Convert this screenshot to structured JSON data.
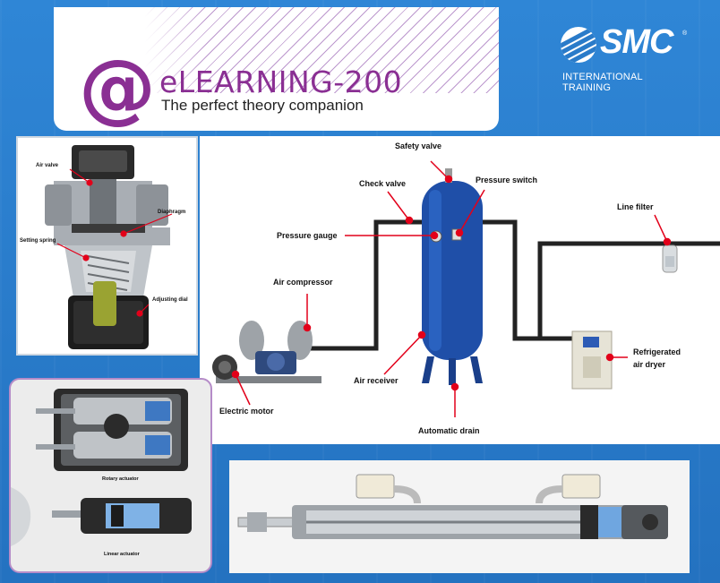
{
  "banner": {
    "at_symbol": "@",
    "title": "eLEARNING-200",
    "subtitle": "The perfect theory companion"
  },
  "logo": {
    "name": "SMC",
    "registered": "®",
    "tagline": "INTERNATIONAL TRAINING"
  },
  "valve_diagram": {
    "labels": {
      "air_valve": "Air valve",
      "diaphragm": "Diaphragm",
      "setting_spring": "Setting spring",
      "adjusting_dial": "Adjusting dial"
    }
  },
  "system_diagram": {
    "labels": {
      "safety_valve": "Safety valve",
      "check_valve": "Check valve",
      "pressure_switch": "Pressure switch",
      "pressure_gauge": "Pressure gauge",
      "line_filter": "Line filter",
      "air_compressor": "Air compressor",
      "air_receiver": "Air receiver",
      "refrigerated_air_dryer_1": "Refrigerated",
      "refrigerated_air_dryer_2": "air dryer",
      "electric_motor": "Electric motor",
      "automatic_drain": "Automatic drain"
    }
  },
  "actuators": {
    "rotary_label": "Rotary actuator",
    "linear_label": "Linear actuator"
  },
  "colors": {
    "background": "#2a7bc9",
    "brand_purple": "#8a2f93",
    "pointer_red": "#e2001a",
    "tank_blue": "#1f4fa8"
  }
}
